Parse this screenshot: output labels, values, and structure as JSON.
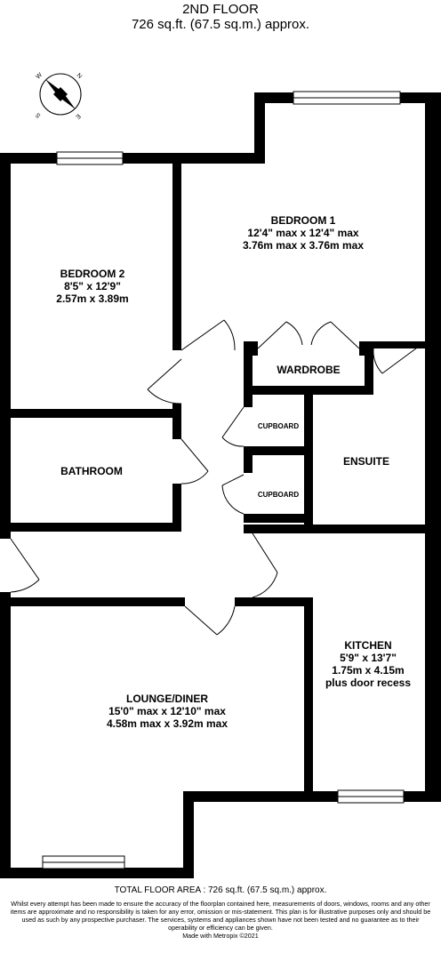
{
  "header": {
    "floor": "2ND FLOOR",
    "area": "726 sq.ft. (67.5 sq.m.) approx."
  },
  "compass": {
    "n": "N",
    "e": "E",
    "s": "S",
    "w": "W"
  },
  "rooms": {
    "bedroom1": {
      "name": "BEDROOM 1",
      "dim_imperial": "12'4\" max x 12'4\" max",
      "dim_metric": "3.76m max x 3.76m max"
    },
    "bedroom2": {
      "name": "BEDROOM 2",
      "dim_imperial": "8'5\"  x 12'9\"",
      "dim_metric": "2.57m  x 3.89m"
    },
    "wardrobe": {
      "name": "WARDROBE"
    },
    "cupboard1": {
      "name": "CUPBOARD"
    },
    "cupboard2": {
      "name": "CUPBOARD"
    },
    "ensuite": {
      "name": "ENSUITE"
    },
    "bathroom": {
      "name": "BATHROOM"
    },
    "kitchen": {
      "name": "KITCHEN",
      "dim_imperial": "5'9\"  x 13'7\"",
      "dim_metric": "1.75m  x 4.15m",
      "note": "plus door recess"
    },
    "lounge": {
      "name": "LOUNGE/DINER",
      "dim_imperial": "15'0\" max x 12'10\" max",
      "dim_metric": "4.58m max x 3.92m max"
    }
  },
  "footer": {
    "total": "TOTAL FLOOR AREA : 726 sq.ft. (67.5 sq.m.) approx.",
    "disclaimer": "Whilst every attempt has been made to ensure the accuracy of the floorplan contained here, measurements of doors, windows, rooms and any other items are approximate and no responsibility is taken for any error, omission or mis-statement. This plan is for illustrative purposes only and should be used as such by any prospective purchaser. The services, systems and appliances shown have not been tested and no guarantee as to their operability or efficiency can be given.",
    "made_with": "Made with Metropix ©2021"
  }
}
